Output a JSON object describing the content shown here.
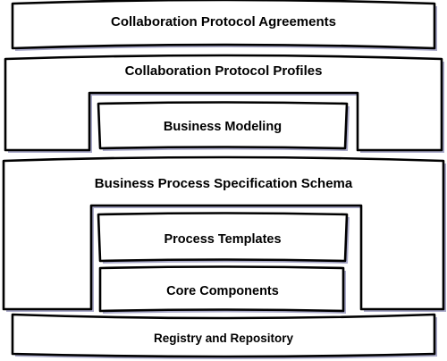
{
  "diagram": {
    "layers": {
      "cpa": {
        "label": "Collaboration Protocol Agreements"
      },
      "cpp": {
        "label": "Collaboration Protocol Profiles"
      },
      "business_modeling": {
        "label": "Business Modeling"
      },
      "bpss": {
        "label": "Business Process Specification Schema"
      },
      "process_templates": {
        "label": "Process Templates"
      },
      "core_components": {
        "label": "Core Components"
      },
      "registry": {
        "label": "Registry and Repository"
      }
    },
    "colors": {
      "outline": "#000000",
      "fill": "#ffffff",
      "shadow": "#a8a8c8"
    }
  }
}
